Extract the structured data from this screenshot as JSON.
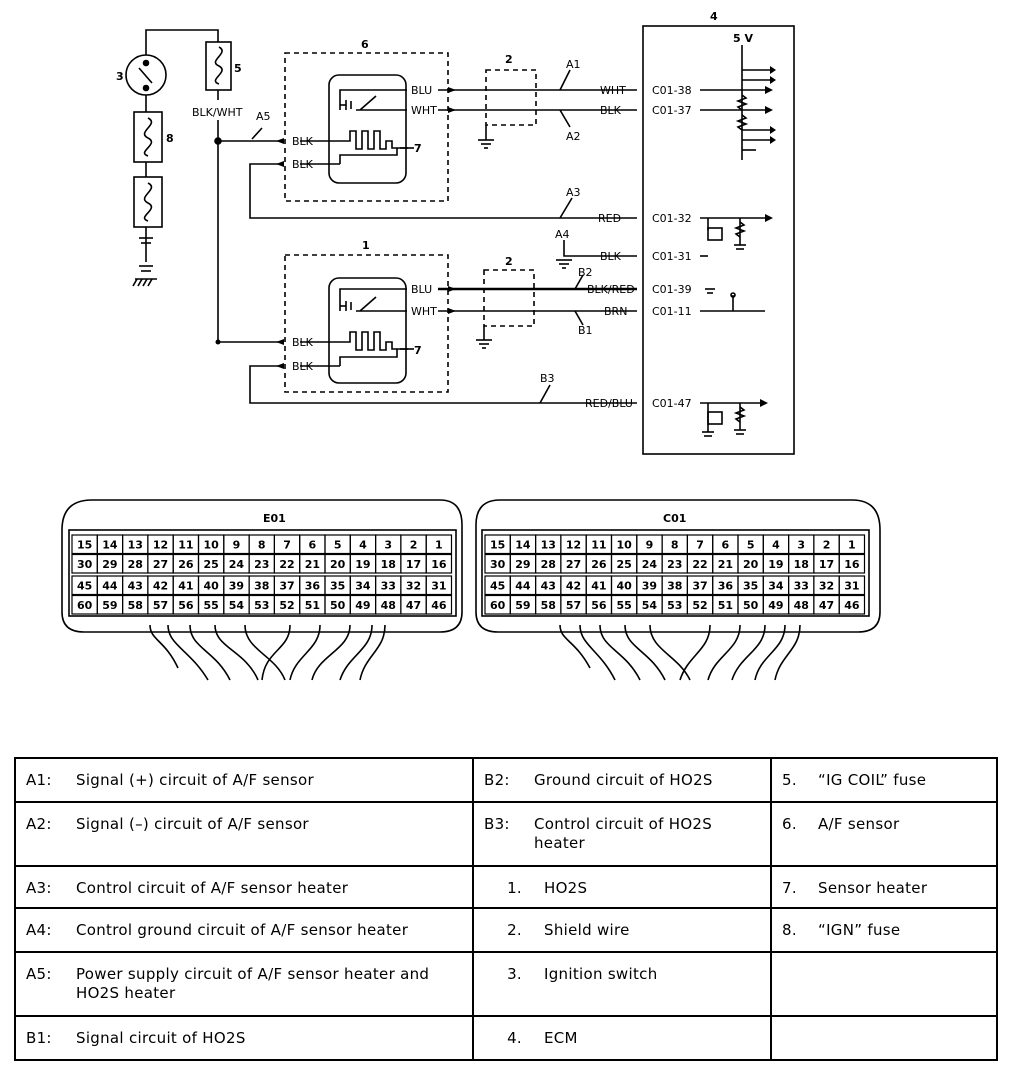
{
  "diagram": {
    "component_numbers": [
      "1",
      "2",
      "2",
      "3",
      "4",
      "5",
      "6",
      "7",
      "7",
      "8"
    ],
    "wire_codes": {
      "a1": "A1",
      "a2": "A2",
      "a3": "A3",
      "a4": "A4",
      "a5": "A5",
      "b2": "B2",
      "b1": "B1",
      "b3": "B3"
    },
    "supply_voltage": "5 V",
    "fuse_feed_color": "BLK/WHT",
    "sensor_af": {
      "blu": "BLU",
      "wht": "WHT",
      "blk1": "BLK",
      "blk2": "BLK"
    },
    "sensor_ho2s": {
      "blu": "BLU",
      "wht": "WHT",
      "blk1": "BLK",
      "blk2": "BLK"
    },
    "ecm_wires": [
      {
        "color": "WHT",
        "terminal": "C01-38"
      },
      {
        "color": "BLK",
        "terminal": "C01-37"
      },
      {
        "color": "RED",
        "terminal": "C01-32"
      },
      {
        "color": "BLK",
        "terminal": "C01-31"
      },
      {
        "color": "BLK/RED",
        "terminal": "C01-39"
      },
      {
        "color": "BRN",
        "terminal": "C01-11"
      },
      {
        "color": "RED/BLU",
        "terminal": "C01-47"
      }
    ]
  },
  "connectors": [
    {
      "name": "E01",
      "rows": [
        [
          "15",
          "14",
          "13",
          "12",
          "11",
          "10",
          "9",
          "8",
          "7",
          "6",
          "5",
          "4",
          "3",
          "2",
          "1"
        ],
        [
          "30",
          "29",
          "28",
          "27",
          "26",
          "25",
          "24",
          "23",
          "22",
          "21",
          "20",
          "19",
          "18",
          "17",
          "16"
        ],
        [
          "45",
          "44",
          "43",
          "42",
          "41",
          "40",
          "39",
          "38",
          "37",
          "36",
          "35",
          "34",
          "33",
          "32",
          "31"
        ],
        [
          "60",
          "59",
          "58",
          "57",
          "56",
          "55",
          "54",
          "53",
          "52",
          "51",
          "50",
          "49",
          "48",
          "47",
          "46"
        ]
      ]
    },
    {
      "name": "C01",
      "rows": [
        [
          "15",
          "14",
          "13",
          "12",
          "11",
          "10",
          "9",
          "8",
          "7",
          "6",
          "5",
          "4",
          "3",
          "2",
          "1"
        ],
        [
          "30",
          "29",
          "28",
          "27",
          "26",
          "25",
          "24",
          "23",
          "22",
          "21",
          "20",
          "19",
          "18",
          "17",
          "16"
        ],
        [
          "45",
          "44",
          "43",
          "42",
          "41",
          "40",
          "39",
          "38",
          "37",
          "36",
          "35",
          "34",
          "33",
          "32",
          "31"
        ],
        [
          "60",
          "59",
          "58",
          "57",
          "56",
          "55",
          "54",
          "53",
          "52",
          "51",
          "50",
          "49",
          "48",
          "47",
          "46"
        ]
      ]
    }
  ],
  "legend": {
    "a1": {
      "code": "A1:",
      "text": "Signal (+) circuit of A/F sensor"
    },
    "a2": {
      "code": "A2:",
      "text": "Signal (–) circuit of A/F sensor"
    },
    "a3": {
      "code": "A3:",
      "text": "Control circuit of A/F sensor heater"
    },
    "a4": {
      "code": "A4:",
      "text": "Control ground circuit of A/F sensor heater"
    },
    "a5": {
      "code": "A5:",
      "text": "Power supply circuit of A/F sensor heater and HO2S heater"
    },
    "b1": {
      "code": "B1:",
      "text": "Signal circuit of HO2S"
    },
    "b2": {
      "code": "B2:",
      "text": "Ground circuit of HO2S"
    },
    "b3": {
      "code": "B3:",
      "text": "Control circuit of HO2S heater"
    },
    "n1": {
      "code": "1.",
      "text": "HO2S"
    },
    "n2": {
      "code": "2.",
      "text": "Shield wire"
    },
    "n3": {
      "code": "3.",
      "text": "Ignition switch"
    },
    "n4": {
      "code": "4.",
      "text": "ECM"
    },
    "n5": {
      "code": "5.",
      "text": "“IG COIL” fuse"
    },
    "n6": {
      "code": "6.",
      "text": "A/F sensor"
    },
    "n7": {
      "code": "7.",
      "text": "Sensor heater"
    },
    "n8": {
      "code": "8.",
      "text": "“IGN” fuse"
    }
  }
}
